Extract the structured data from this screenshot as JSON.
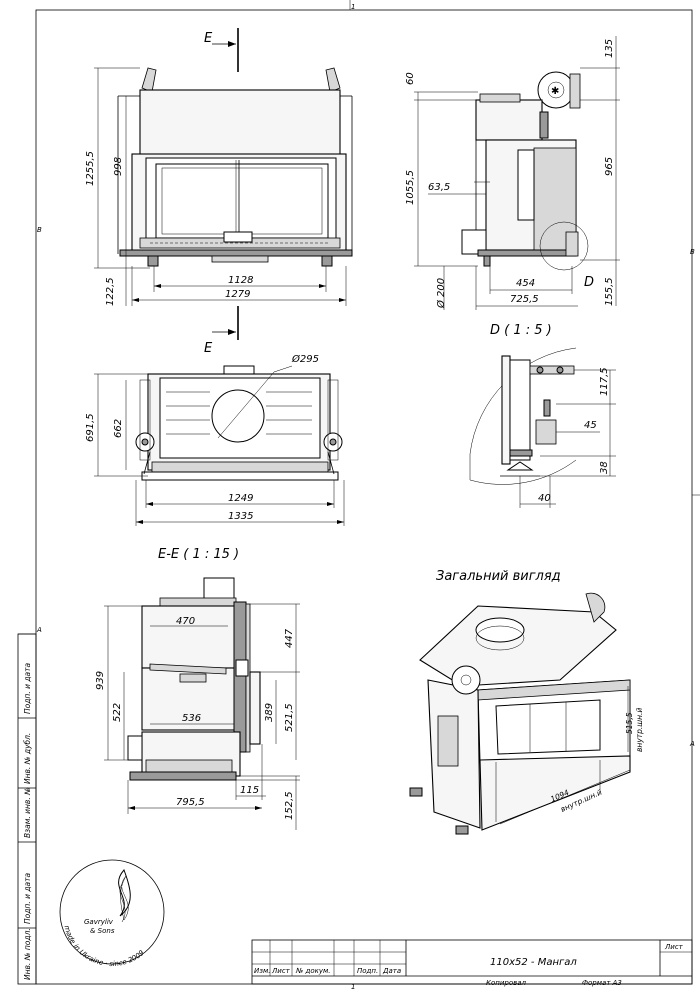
{
  "sheet": {
    "page_number_top": "1",
    "page_number_bottom": "1",
    "zone_left_upper": "B",
    "zone_right_upper": "B",
    "zone_left_lower": "A",
    "zone_right_lower": "A"
  },
  "section_marks": {
    "top_letter": "E",
    "bottom_letter": "E"
  },
  "front_view": {
    "dims": {
      "height_total": "1255,5",
      "height_inner": "998",
      "width_inner": "1128",
      "width_total": "1279",
      "foot_height": "122,5"
    }
  },
  "side_view": {
    "dims": {
      "top_offset": "60",
      "cap_height": "135",
      "height": "1055,5",
      "upper_height": "965",
      "offset": "63,5",
      "depth_inner": "454",
      "depth_total": "725,5",
      "duct_diameter": "Ø 200",
      "foot_height": "155,5"
    },
    "detail_mark": "D"
  },
  "top_view": {
    "dims": {
      "flue_diameter": "Ø295",
      "depth_total": "691,5",
      "depth_inner": "662",
      "width_inner": "1249",
      "width_total": "1335"
    }
  },
  "detail_view": {
    "title": "D ( 1 : 5 )",
    "dims": {
      "height": "117,5",
      "offset": "45",
      "foot": "38",
      "width": "40"
    }
  },
  "section_view": {
    "title": "E-E ( 1 : 15 )",
    "dims": {
      "top_width": "470",
      "right_top": "447",
      "total_height": "939",
      "mid_width": "536",
      "mid_height": "522",
      "right_mid_a": "389",
      "right_mid_b": "521,5",
      "bottom_offset": "115",
      "total_depth": "795,5",
      "bottom_height": "152,5"
    }
  },
  "general_view": {
    "title": "Загальний вигляд",
    "dims": {
      "opening_height": "515,5",
      "opening_height_note": "внутр.шн.й",
      "opening_width": "1094",
      "opening_width_note": "внутр.шн.й"
    }
  },
  "side_stamp": {
    "row1": "Подп. и дата",
    "row2": "Инв. № дубл.",
    "row3": "Взам. инв. №",
    "row4": "Подп. и дата",
    "row5": "Инв. № подл."
  },
  "logo": {
    "brand_line1": "Gavryliv",
    "brand_line2": "& Sons",
    "arc_text": "made in Ukraine · since 2009"
  },
  "title_block": {
    "col_izm": "Изм.",
    "col_list": "Лист",
    "col_doc": "№ докум.",
    "col_sign": "Подп.",
    "col_date": "Дата",
    "product": "110х52 - Мангал",
    "sheet_label": "Лист",
    "copied": "Копировал",
    "format": "Формат А3"
  }
}
